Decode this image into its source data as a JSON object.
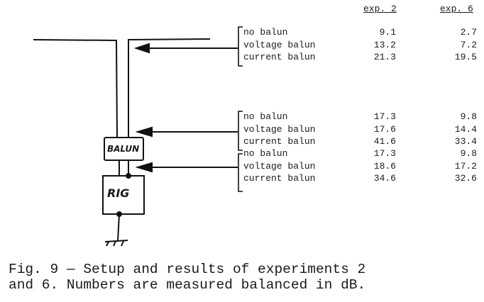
{
  "diagram": {
    "balun_label": "BALUN",
    "rig_label": "RIG"
  },
  "table": {
    "headers": [
      "exp. 2",
      "exp. 6"
    ],
    "groups": [
      {
        "rows": [
          {
            "label": "no balun",
            "exp2": "9.1",
            "exp6": "2.7"
          },
          {
            "label": "voltage balun",
            "exp2": "13.2",
            "exp6": "7.2"
          },
          {
            "label": "current balun",
            "exp2": "21.3",
            "exp6": "19.5"
          }
        ]
      },
      {
        "rows": [
          {
            "label": "no balun",
            "exp2": "17.3",
            "exp6": "9.8"
          },
          {
            "label": "voltage balun",
            "exp2": "17.6",
            "exp6": "14.4"
          },
          {
            "label": "current balun",
            "exp2": "41.6",
            "exp6": "33.4"
          }
        ]
      },
      {
        "rows": [
          {
            "label": "no balun",
            "exp2": "17.3",
            "exp6": "9.8"
          },
          {
            "label": "voltage balun",
            "exp2": "18.6",
            "exp6": "17.2"
          },
          {
            "label": "current balun",
            "exp2": "34.6",
            "exp6": "32.6"
          }
        ]
      }
    ]
  },
  "caption": {
    "line1": "Fig. 9 — Setup and results of experiments 2",
    "line2": "and 6. Numbers are measured balanced in dB."
  }
}
